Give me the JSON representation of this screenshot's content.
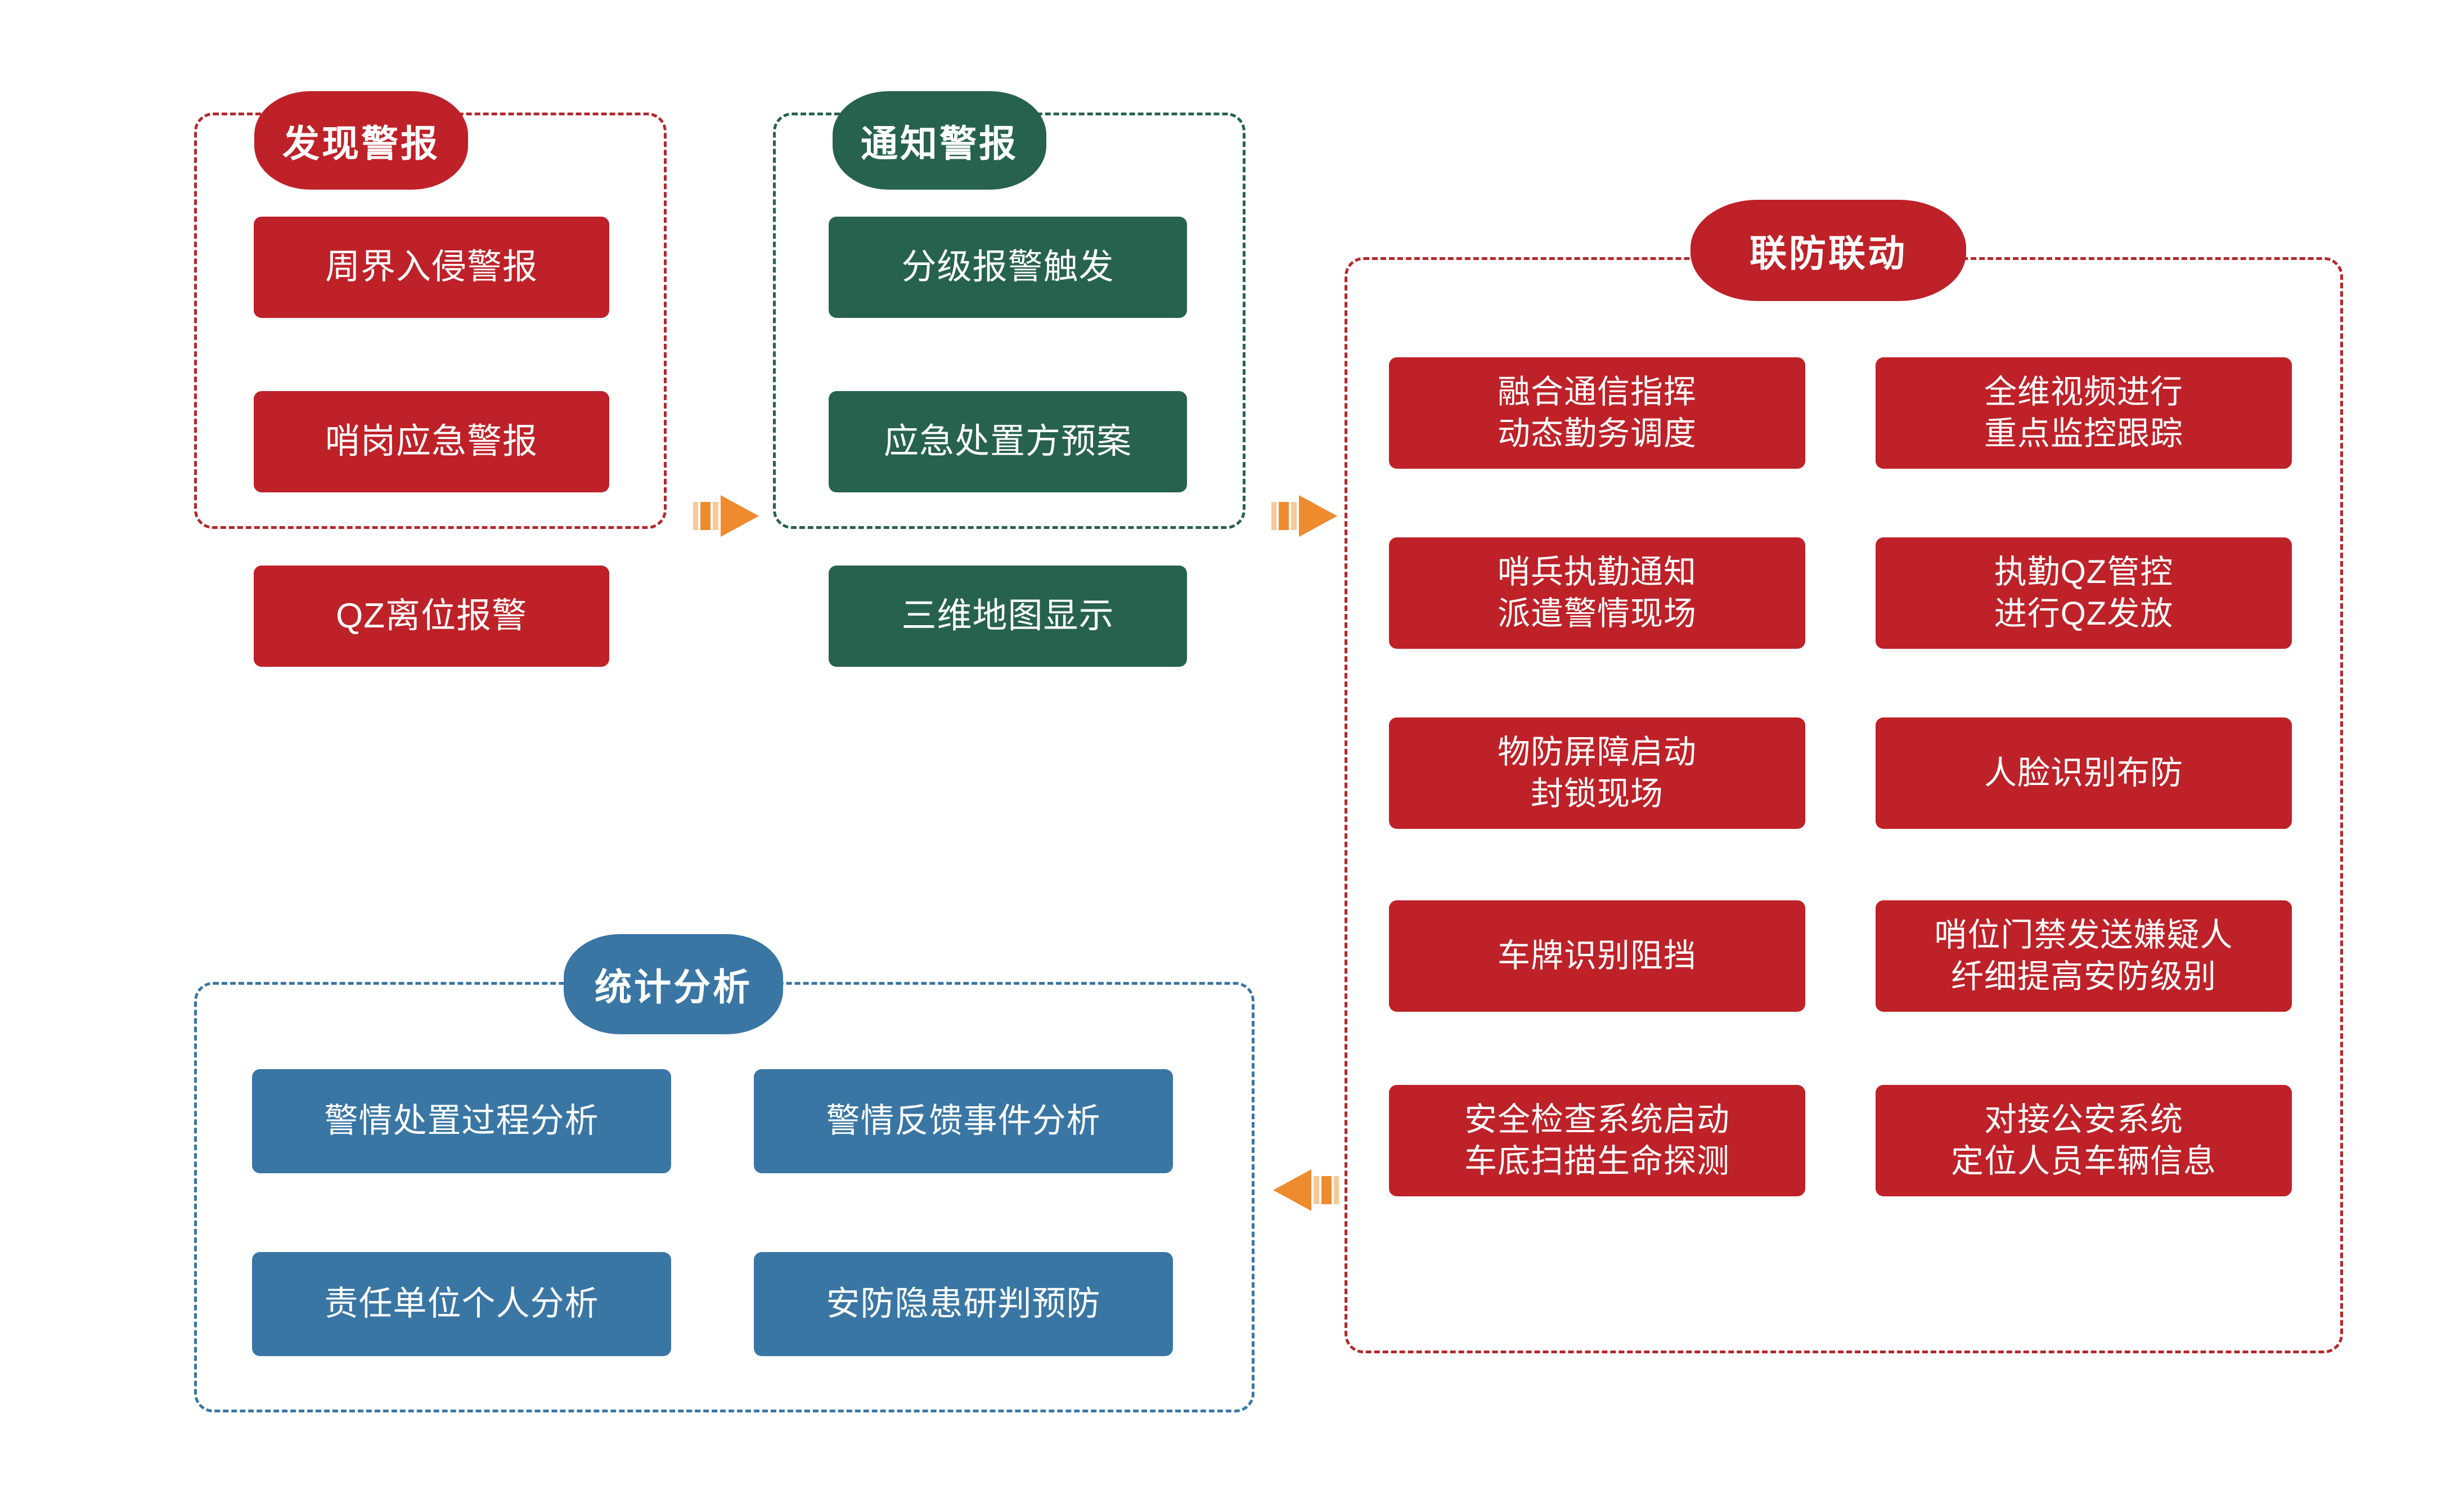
{
  "diagram": {
    "title_colors": {
      "red": "#BE2128",
      "red_border": "#B3282D",
      "green": "#27624E",
      "blue": "#3A76A4",
      "arrow_orange": "#EE8B2D",
      "arrow_orange_light": "#F7C89A",
      "background": "#FFFFFF"
    },
    "groups": [
      {
        "id": "discover-alarm",
        "header": "发现警报",
        "color": "red",
        "items": [
          {
            "lines": [
              "周界入侵警报"
            ]
          },
          {
            "lines": [
              "哨岗应急警报"
            ]
          },
          {
            "lines": [
              "QZ离位报警"
            ]
          }
        ]
      },
      {
        "id": "notify-alarm",
        "header": "通知警报",
        "color": "green",
        "items": [
          {
            "lines": [
              "分级报警触发"
            ]
          },
          {
            "lines": [
              "应急处置方预案"
            ]
          },
          {
            "lines": [
              "三维地图显示"
            ]
          }
        ]
      },
      {
        "id": "joint-defense",
        "header": "联防联动",
        "color": "red",
        "items": [
          {
            "lines": [
              "融合通信指挥",
              "动态勤务调度"
            ]
          },
          {
            "lines": [
              "全维视频进行",
              "重点监控跟踪"
            ]
          },
          {
            "lines": [
              "哨兵执勤通知",
              "派遣警情现场"
            ]
          },
          {
            "lines": [
              "执勤QZ管控",
              "进行QZ发放"
            ]
          },
          {
            "lines": [
              "物防屏障启动",
              "封锁现场"
            ]
          },
          {
            "lines": [
              "人脸识别布防"
            ]
          },
          {
            "lines": [
              "车牌识别阻挡"
            ]
          },
          {
            "lines": [
              "哨位门禁发送嫌疑人",
              "纤细提高安防级别"
            ]
          },
          {
            "lines": [
              "安全检查系统启动",
              "车底扫描生命探测"
            ]
          },
          {
            "lines": [
              "对接公安系统",
              "定位人员车辆信息"
            ]
          }
        ]
      },
      {
        "id": "statistics-analysis",
        "header": "统计分析",
        "color": "blue",
        "items": [
          {
            "lines": [
              "警情处置过程分析"
            ]
          },
          {
            "lines": [
              "警情反馈事件分析"
            ]
          },
          {
            "lines": [
              "责任单位个人分析"
            ]
          },
          {
            "lines": [
              "安防隐患研判预防"
            ]
          }
        ]
      }
    ],
    "arrows": [
      {
        "id": "arrow-discover-to-notify",
        "direction": "right"
      },
      {
        "id": "arrow-notify-to-joint",
        "direction": "right"
      },
      {
        "id": "arrow-joint-to-statistics",
        "direction": "left"
      }
    ]
  }
}
